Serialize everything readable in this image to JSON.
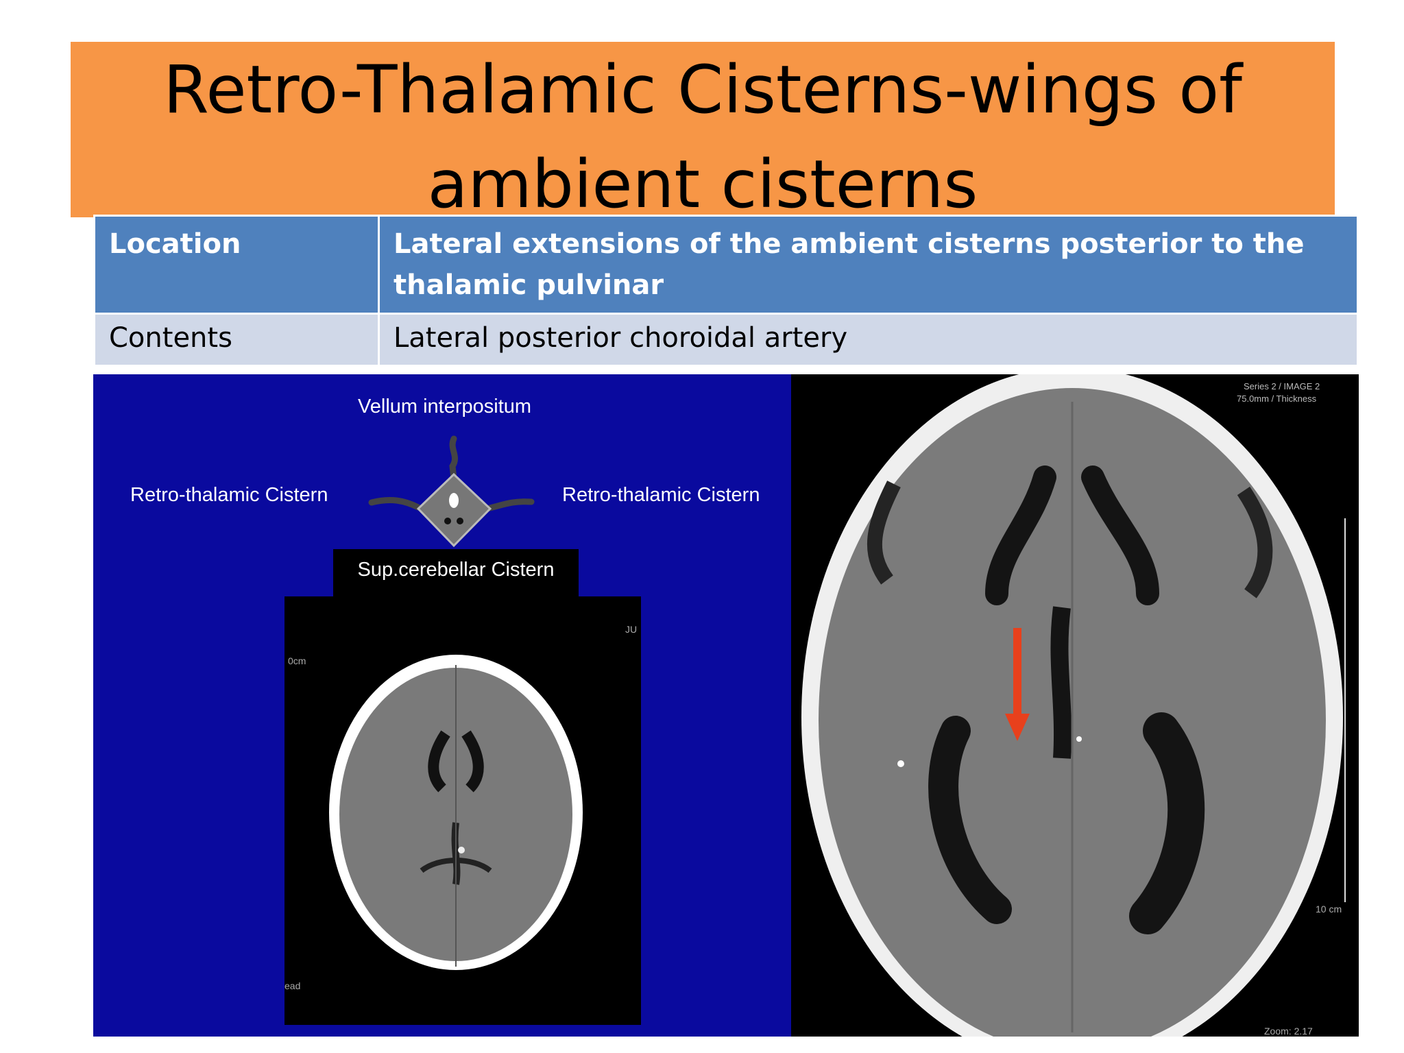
{
  "title": {
    "line1": "Retro-Thalamic Cisterns-wings of",
    "line2": "ambient cisterns"
  },
  "table": {
    "rows": [
      {
        "label": "Location",
        "value": "Lateral extensions of the ambient cisterns posterior to the thalamic pulvinar"
      },
      {
        "label": "Contents",
        "value": "Lateral posterior choroidal artery"
      }
    ]
  },
  "diagram": {
    "top_label": "Vellum interpositum",
    "left_label": "Retro-thalamic Cistern",
    "right_label": "Retro-thalamic Cistern",
    "bottom_label": "Sup.cerebellar Cistern"
  },
  "ct_left_annotations": {
    "scale": "0cm",
    "corner": "JU",
    "bottom_left": "ead"
  },
  "ct_right_annotations": {
    "top_right_1": "Series 2 / IMAGE 2",
    "top_right_2": "75.0mm / Thickness",
    "scale": "10 cm",
    "zoom": "Zoom: 2.17"
  },
  "colors": {
    "title_bg": "#f79646",
    "table_header": "#4f81bd",
    "table_row": "#d0d8e8",
    "diagram_bg": "#0a0a9e",
    "arrow": "#e8401c"
  }
}
